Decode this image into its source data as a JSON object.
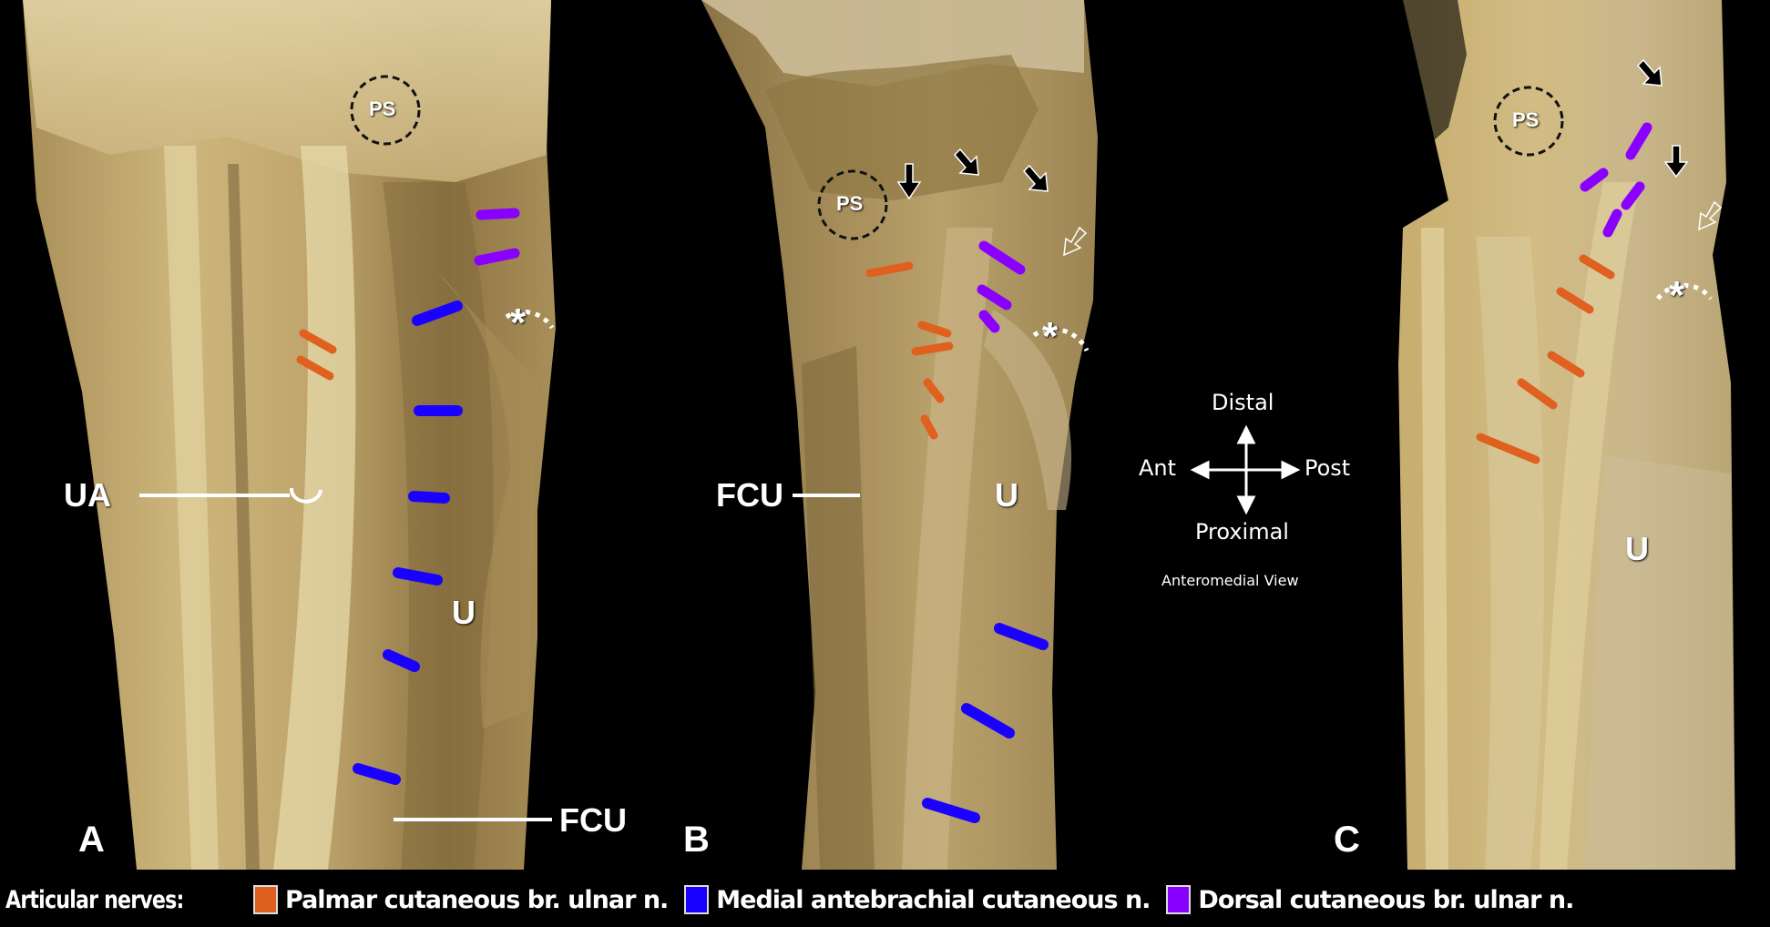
{
  "figure": {
    "panels": [
      {
        "id": "A",
        "letter": "A",
        "labels": {
          "ps": "PS",
          "ua": "UA",
          "u": "U",
          "fcu": "FCU",
          "asterisk": "*"
        }
      },
      {
        "id": "B",
        "letter": "B",
        "labels": {
          "ps": "PS",
          "fcu": "FCU",
          "u": "U",
          "asterisk": "*"
        }
      },
      {
        "id": "C",
        "letter": "C",
        "labels": {
          "ps": "PS",
          "u": "U",
          "asterisk": "*"
        }
      }
    ],
    "compass": {
      "distal": "Distal",
      "proximal": "Proximal",
      "ant": "Ant",
      "post": "Post",
      "view": "Anteromedial View"
    }
  },
  "legend": {
    "title": "Articular nerves:",
    "items": [
      {
        "label": "Palmar cutaneous br. ulnar n.",
        "color": "#e06020"
      },
      {
        "label": "Medial antebrachial cutaneous n.",
        "color": "#1a00ff"
      },
      {
        "label": "Dorsal cutaneous br. ulnar n.",
        "color": "#8a00ff"
      }
    ]
  },
  "colors": {
    "palmar": "#e06020",
    "medial": "#1a00ff",
    "dorsal": "#8a00ff",
    "tissue_light": "#d8c48e",
    "tissue_mid": "#b79d62",
    "tissue_dark": "#7d6638",
    "background": "#000000"
  }
}
